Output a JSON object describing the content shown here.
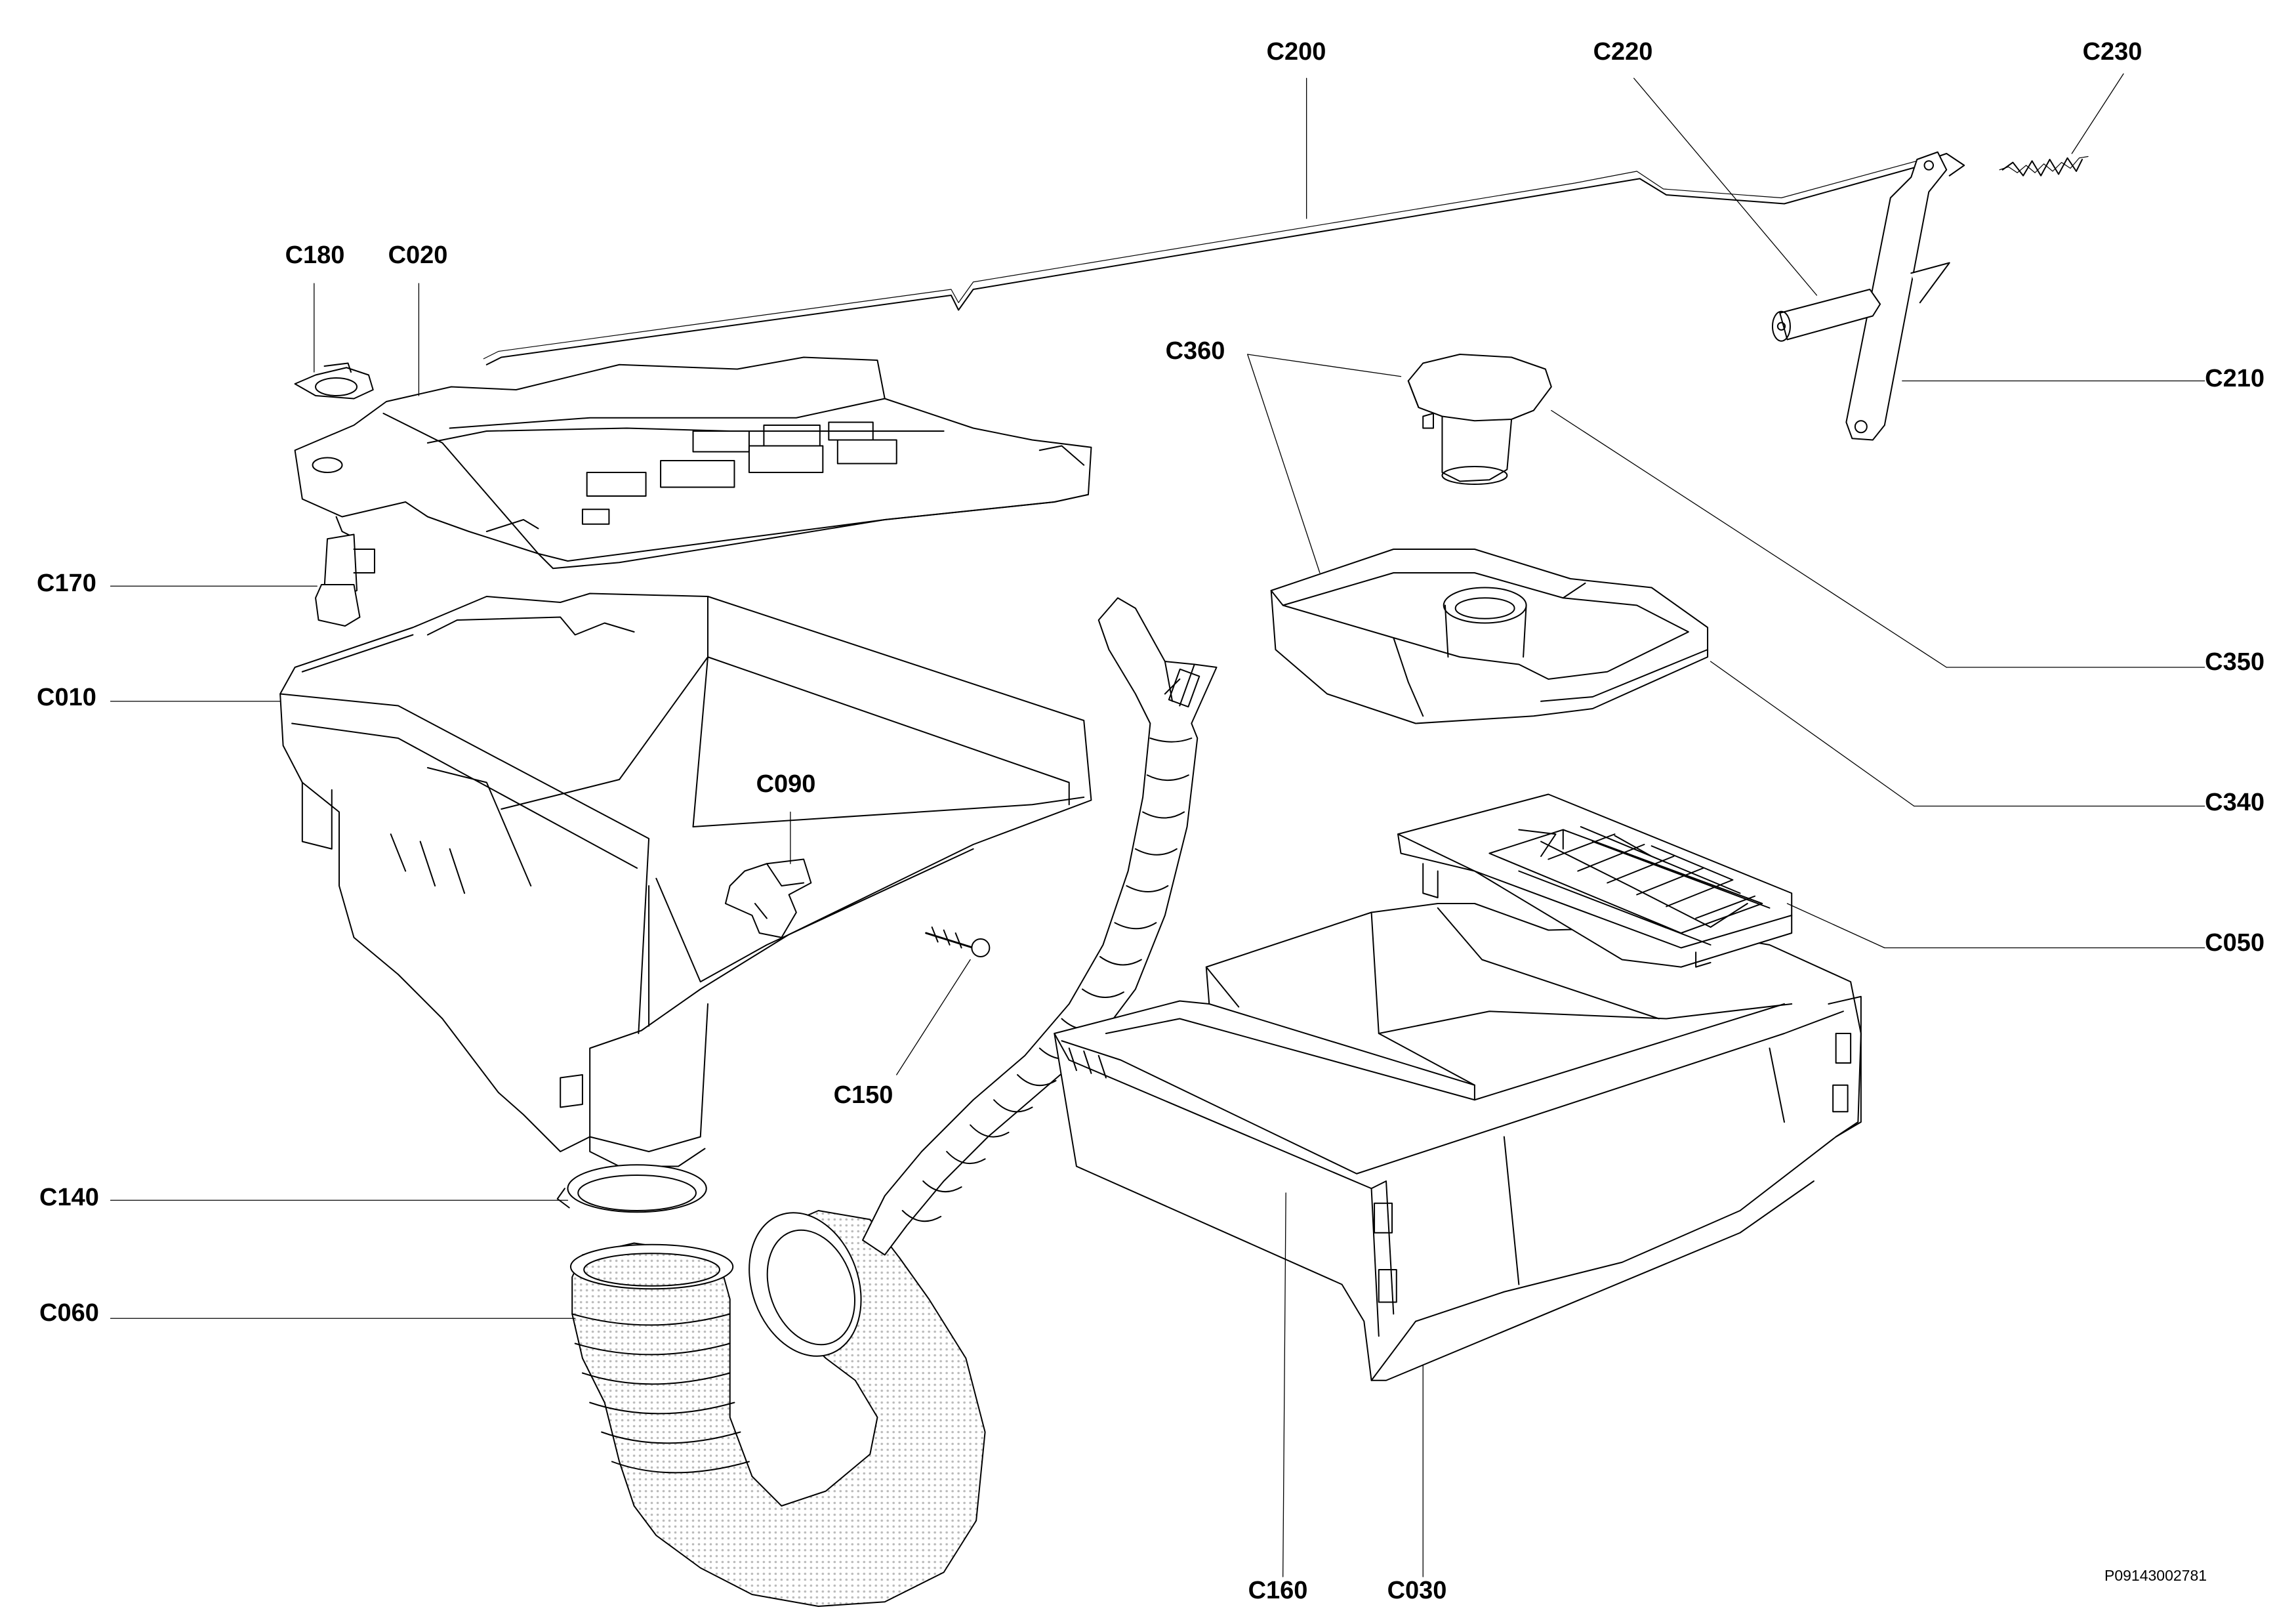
{
  "labels": {
    "c200": "C200",
    "c220": "C220",
    "c230": "C230",
    "c180": "C180",
    "c020": "C020",
    "c360": "C360",
    "c210": "C210",
    "c170": "C170",
    "c350": "C350",
    "c010": "C010",
    "c090": "C090",
    "c340": "C340",
    "c050": "C050",
    "c150": "C150",
    "c140": "C140",
    "c060": "C060",
    "c160": "C160",
    "c030": "C030"
  },
  "drawing_number": "P09143002781",
  "colors": {
    "line": "#000000",
    "shade": "#d9d9d9",
    "background": "#ffffff"
  }
}
